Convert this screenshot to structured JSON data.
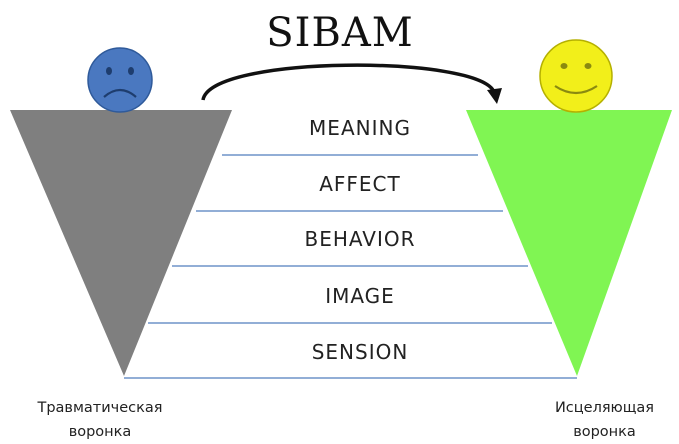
{
  "title": "SIBAM",
  "layers": [
    "MEANING",
    "AFFECT",
    "BEHAVIOR",
    "IMAGE",
    "SENSION"
  ],
  "left_funnel": {
    "caption_line1": "Травматическая",
    "caption_line2": "воронка",
    "color": "#7f7f7f",
    "face": "sad",
    "face_color": "#4a78c0"
  },
  "right_funnel": {
    "caption_line1": "Исцеляющая",
    "caption_line2": "воронка",
    "color": "#80f553",
    "face": "happy",
    "face_color": "#f2ef1a"
  },
  "line_color": "#6f94c8"
}
